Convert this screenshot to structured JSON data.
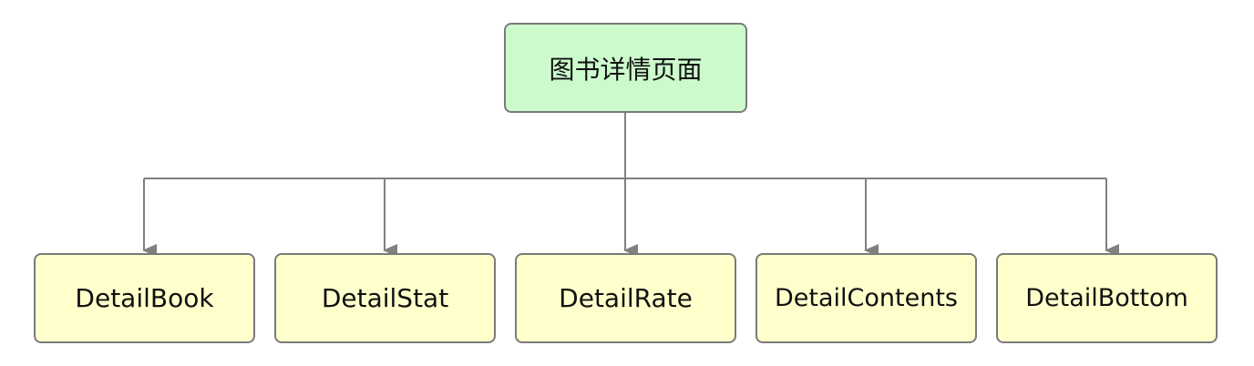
{
  "colors": {
    "root_fill": "#ccfacc",
    "child_fill": "#ffffcc",
    "border": "#7a7a7a",
    "connector": "#808080",
    "text": "#111111"
  },
  "diagram": {
    "root": {
      "label": "图书详情页面"
    },
    "children": [
      {
        "label": "DetailBook"
      },
      {
        "label": "DetailStat"
      },
      {
        "label": "DetailRate"
      },
      {
        "label": "DetailContents"
      },
      {
        "label": "DetailBottom"
      }
    ]
  }
}
